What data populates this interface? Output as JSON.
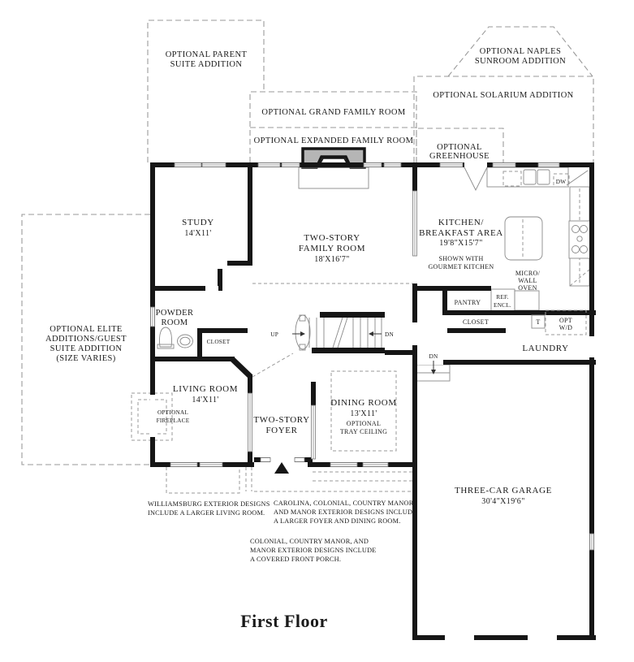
{
  "title": "First Floor",
  "colors": {
    "wall": "#161616",
    "dashed_outline": "#9a9a9a",
    "fireplace_fill": "#b5b5b5",
    "text": "#1a1a1a"
  },
  "optional_additions": {
    "parent_suite": {
      "line1": "OPTIONAL PARENT",
      "line2": "SUITE ADDITION"
    },
    "grand_family_room": {
      "line1": "OPTIONAL GRAND FAMILY ROOM"
    },
    "expanded_family_room": {
      "line1": "OPTIONAL EXPANDED FAMILY ROOM"
    },
    "naples_sunroom": {
      "line1": "OPTIONAL NAPLES",
      "line2": "SUNROOM ADDITION"
    },
    "solarium": {
      "line1": "OPTIONAL SOLARIUM ADDITION"
    },
    "greenhouse": {
      "line1": "OPTIONAL",
      "line2": "GREENHOUSE"
    },
    "elite_guest_suite": {
      "line1": "OPTIONAL ELITE",
      "line2": "ADDITIONS/GUEST",
      "line3": "SUITE ADDITION",
      "line4": "(SIZE VARIES)"
    },
    "fireplace": {
      "line1": "OPTIONAL",
      "line2": "FIREPLACE"
    },
    "tray_ceiling": {
      "line1": "OPTIONAL",
      "line2": "TRAY CEILING"
    }
  },
  "rooms": {
    "study": {
      "name": "STUDY",
      "dims": "14'X11'"
    },
    "family_room": {
      "line1": "TWO-STORY",
      "line2": "FAMILY ROOM",
      "dims": "18'X16'7\""
    },
    "kitchen": {
      "line1": "KITCHEN/",
      "line2": "BREAKFAST AREA",
      "dims": "19'8\"X15'7\"",
      "note1": "SHOWN WITH",
      "note2": "GOURMET KITCHEN"
    },
    "powder_room": {
      "line1": "POWDER",
      "line2": "ROOM"
    },
    "living_room": {
      "name": "LIVING ROOM",
      "dims": "14'X11'"
    },
    "foyer": {
      "line1": "TWO-STORY",
      "line2": "FOYER"
    },
    "dining_room": {
      "name": "DINING ROOM",
      "dims": "13'X11'"
    },
    "laundry": {
      "name": "LAUNDRY"
    },
    "garage": {
      "name": "THREE-CAR GARAGE",
      "dims": "30'4\"X19'6\""
    }
  },
  "fixtures": {
    "micro_wall_oven": {
      "line1": "MICRO/",
      "line2": "WALL",
      "line3": "OVEN"
    },
    "pantry": "PANTRY",
    "ref_encl": {
      "line1": "REF.",
      "line2": "ENCL."
    },
    "closet_hall": "CLOSET",
    "closet_powder": "CLOSET",
    "dishwasher": "DW",
    "washer_dryer": {
      "line1": "OPT",
      "line2": "W/D"
    },
    "tub": "T"
  },
  "stairs": {
    "up": "UP",
    "dn": "DN",
    "dn_garage": "DN"
  },
  "notes": {
    "williamsburg": [
      "WILLIAMSBURG EXTERIOR DESIGNS",
      "INCLUDE A LARGER LIVING ROOM."
    ],
    "carolina": [
      "CAROLINA, COLONIAL, COUNTRY MANOR,",
      "AND MANOR EXTERIOR DESIGNS INCLUDE",
      "A LARGER FOYER AND DINING ROOM."
    ],
    "colonial": [
      "COLONIAL, COUNTRY MANOR, AND",
      "MANOR EXTERIOR DESIGNS INCLUDE",
      "A COVERED FRONT PORCH."
    ]
  }
}
